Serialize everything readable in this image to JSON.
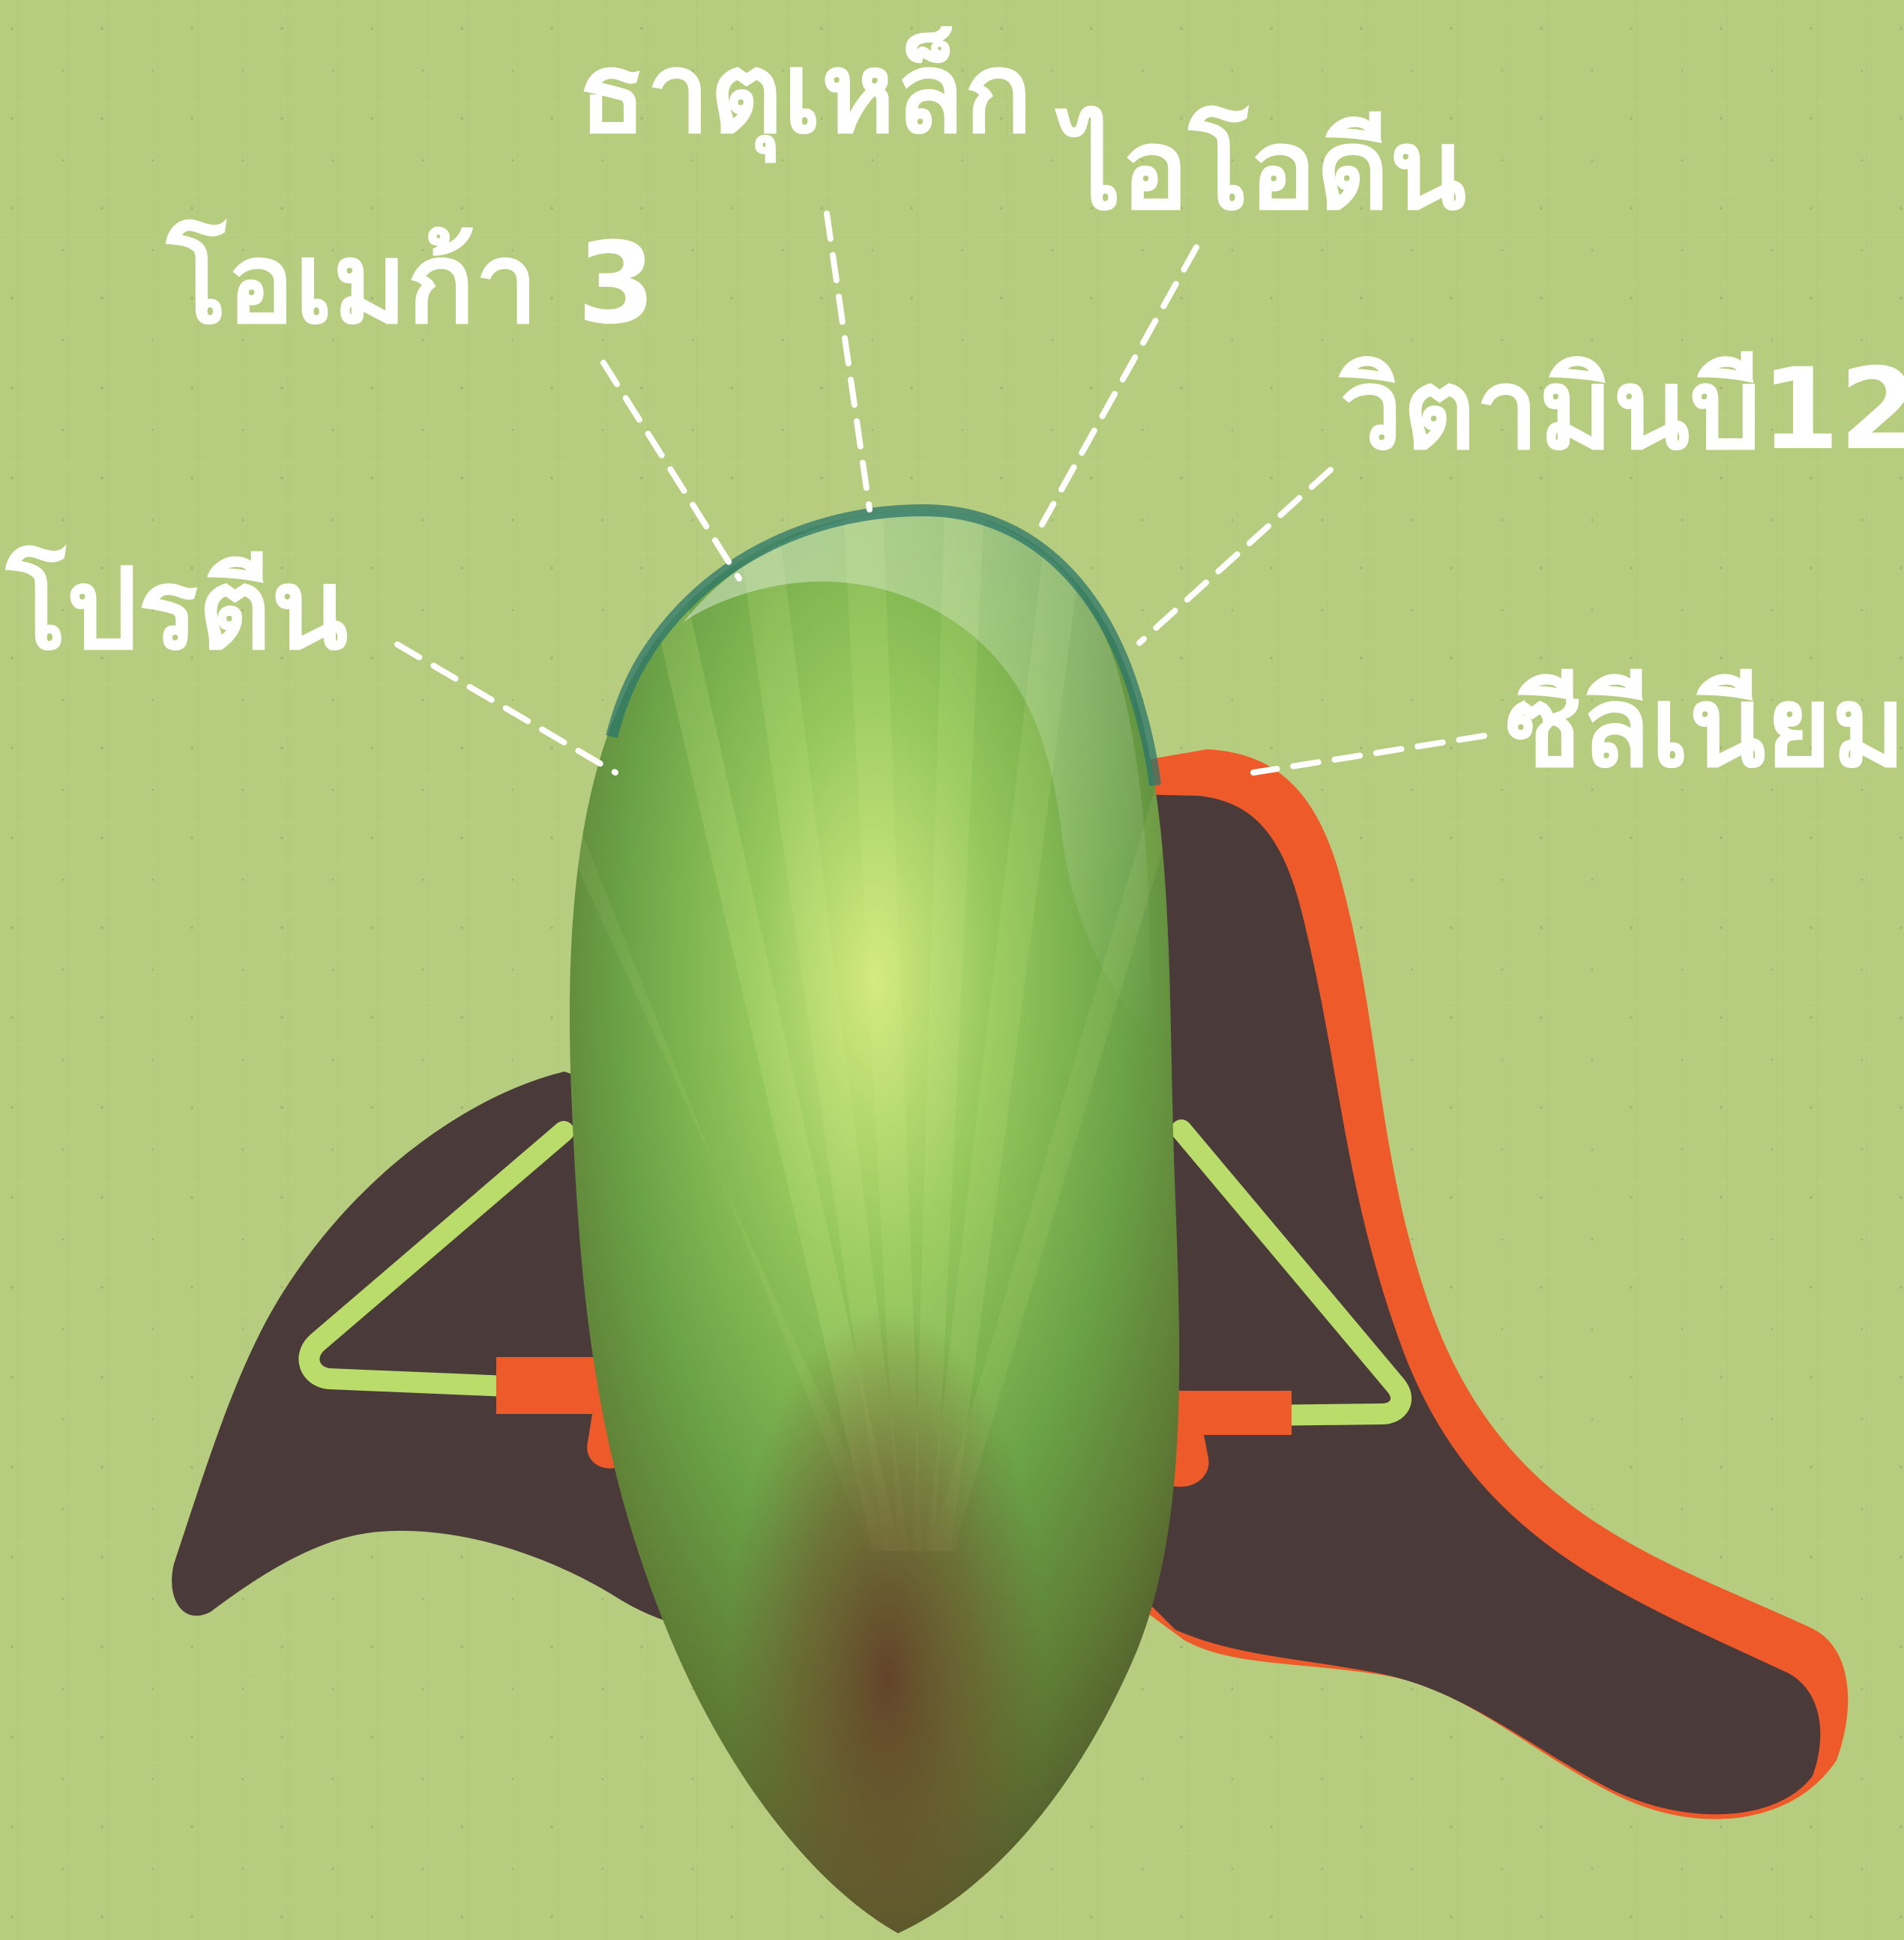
{
  "labels": {
    "protein": "โปรตีน",
    "omega3": "โอเมก้า 3",
    "iron": "ธาตุเหล็ก",
    "iodine": "ไอโอดีน",
    "vitamin_b12": "วิตามินบี12",
    "selenium": "ซีลีเนียม"
  },
  "colors": {
    "background": "#b6cc7e",
    "cape_dark": "#4b3a3a",
    "cape_edge": "#ef5a2a",
    "arm": "#b9dc6a",
    "hand": "#ef5a2a",
    "body_top": "#9ccf63",
    "body_bottom": "#5a3a24"
  },
  "icons": {
    "hero": "mussel-superhero-icon"
  }
}
